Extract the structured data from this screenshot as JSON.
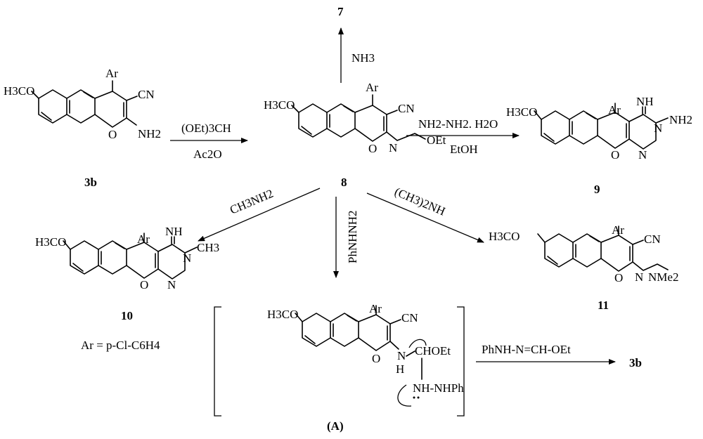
{
  "compounds": {
    "c3b": {
      "methoxy": "H3CO",
      "ar": "Ar",
      "cn": "CN",
      "nh2": "NH2",
      "o": "O",
      "id": "3b"
    },
    "c8": {
      "methoxy": "H3CO",
      "ar": "Ar",
      "cn": "CN",
      "o": "O",
      "n": "N",
      "oet": "OEt",
      "id": "8"
    },
    "c9": {
      "methoxy": "H3CO",
      "ar": "Ar",
      "imine": "NH",
      "n3": "N",
      "nh2": "NH2",
      "o": "O",
      "n1": "N",
      "id": "9"
    },
    "c10": {
      "methoxy": "H3CO",
      "ar": "Ar",
      "imine": "NH",
      "nme": "N",
      "ch3": "CH3",
      "o": "O",
      "n1": "N",
      "id": "10"
    },
    "c11": {
      "methoxy": "H3CO",
      "ar": "Ar",
      "cn": "CN",
      "o": "O",
      "n": "N",
      "nme2": "NMe2",
      "id": "11"
    },
    "intA": {
      "methoxy": "H3CO",
      "ar": "Ar",
      "cn": "CN",
      "o": "O",
      "nh": "N",
      "h": "H",
      "choet": "CHOEt",
      "nhnhph": "NH-NHPh",
      "label": "(A)"
    }
  },
  "reagents": {
    "r1_top": "(OEt)3CH",
    "r1_bottom": "Ac2O",
    "r2": "NH3",
    "r2_product": "7",
    "r3_top": "NH2-NH2. H2O",
    "r3_bottom": "EtOH",
    "r4": "CH3NH2",
    "r5": "PhNHNH2",
    "r6": "(CH3)2NH",
    "r7": "PhNH-N=CH-OEt",
    "r7_product": "3b"
  },
  "legend": {
    "ar_def": "Ar = p-Cl-C6H4"
  }
}
